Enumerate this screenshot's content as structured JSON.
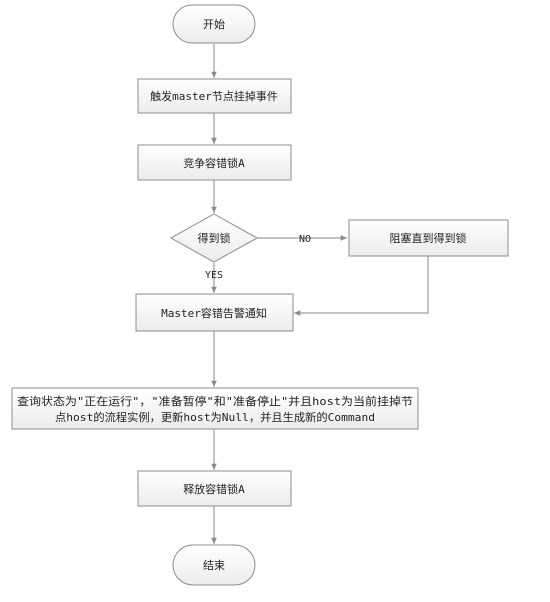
{
  "diagram": {
    "nodes": {
      "start": "开始",
      "trigger": "触发master节点挂掉事件",
      "compete": "竞争容错锁A",
      "got_lock": "得到锁",
      "block": "阻塞直到得到锁",
      "alert": "Master容错告警通知",
      "query_line1": "查询状态为\"正在运行\"，\"准备暂停\"和\"准备停止\"并且host为当前挂掉节",
      "query_line2": "点host的流程实例，更新host为Null，并且生成新的Command",
      "release": "释放容错锁A",
      "end": "结束"
    },
    "edge_labels": {
      "no": "NO",
      "yes": "YES"
    }
  }
}
